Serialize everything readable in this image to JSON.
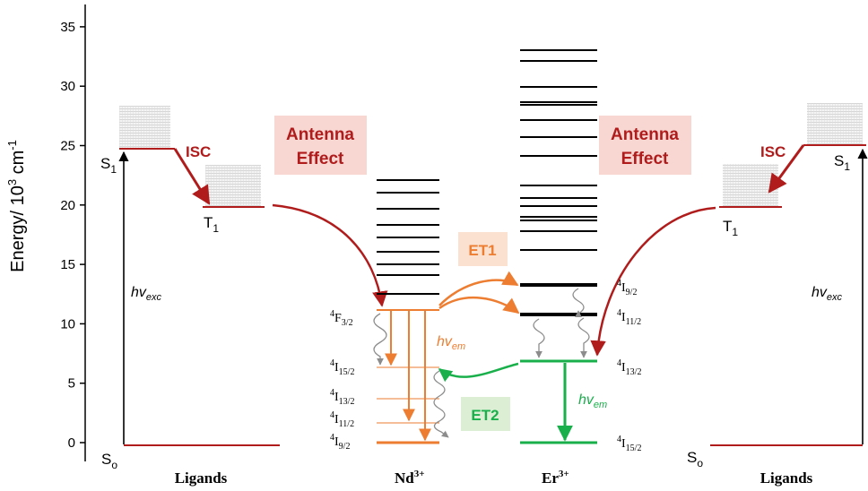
{
  "axis": {
    "ylabel_prefix": "Energy/ 10",
    "ylabel_exp": "3",
    "ylabel_unit": " cm",
    "ylabel_unit_exp": "-1",
    "ticks": [
      "0",
      "5",
      "10",
      "15",
      "20",
      "25",
      "30",
      "35"
    ]
  },
  "ligand_left": {
    "s1_main": "S",
    "s1_sub": "1",
    "t1_main": "T",
    "t1_sub": "1",
    "s0_main": "S",
    "s0_sub": "o",
    "isc": "ISC",
    "antenna": [
      "Antenna",
      "Effect"
    ],
    "hv_main": "hv",
    "hv_sub": "exc",
    "label": "Ligands"
  },
  "ligand_right": {
    "s1_main": "S",
    "s1_sub": "1",
    "t1_main": "T",
    "t1_sub": "1",
    "s0_main": "S",
    "s0_sub": "o",
    "isc": "ISC",
    "antenna": [
      "Antenna",
      "Effect"
    ],
    "hv_main": "hv",
    "hv_sub": "exc",
    "label": "Ligands"
  },
  "nd": {
    "label_main": "Nd",
    "label_sup": "3+",
    "levels": [
      {
        "sup": "4",
        "main": "F",
        "sub": "3/2"
      },
      {
        "sup": "4",
        "main": "I",
        "sub": "15/2"
      },
      {
        "sup": "4",
        "main": "I",
        "sub": "13/2"
      },
      {
        "sup": "4",
        "main": "I",
        "sub": "11/2"
      },
      {
        "sup": "4",
        "main": "I",
        "sub": "9/2"
      }
    ],
    "hv_main": "hv",
    "hv_sub": "em"
  },
  "er": {
    "label_main": "Er",
    "label_sup": "3+",
    "levels": [
      {
        "sup": "4",
        "main": "I",
        "sub": "9/2"
      },
      {
        "sup": "4",
        "main": "I",
        "sub": "11/2"
      },
      {
        "sup": "4",
        "main": "I",
        "sub": "13/2"
      },
      {
        "sup": "4",
        "main": "I",
        "sub": "15/2"
      }
    ],
    "hv_main": "hv",
    "hv_sub": "em"
  },
  "transfer": {
    "et1": "ET1",
    "et2": "ET2"
  },
  "colors": {
    "dark_red": "#b01c1c",
    "orange": "#ed7d31",
    "green": "#19b04b",
    "black": "#000000",
    "grey": "#8c8c8c",
    "pink_box": "#f8d7d3",
    "orange_box": "#fbe1d0",
    "green_box": "#dcefd5"
  }
}
